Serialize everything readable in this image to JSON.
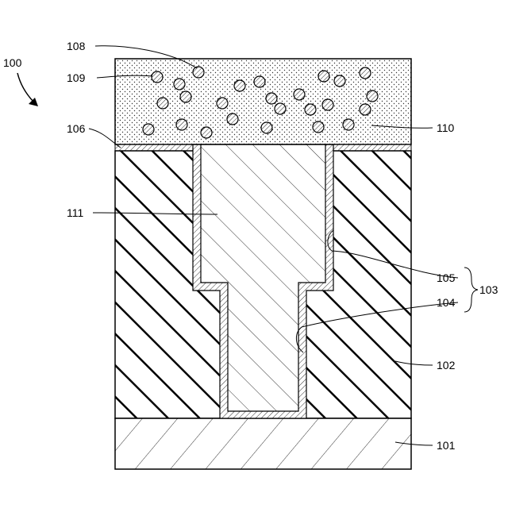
{
  "labels": {
    "device": "100",
    "substrate": "101",
    "insulating_layer": "102",
    "barrier_group": "103",
    "first_barrier": "104",
    "second_barrier": "105",
    "thin_layer": "106",
    "particle_large": "108",
    "particle_small": "109",
    "top_film": "110",
    "fill_metal": "111"
  }
}
